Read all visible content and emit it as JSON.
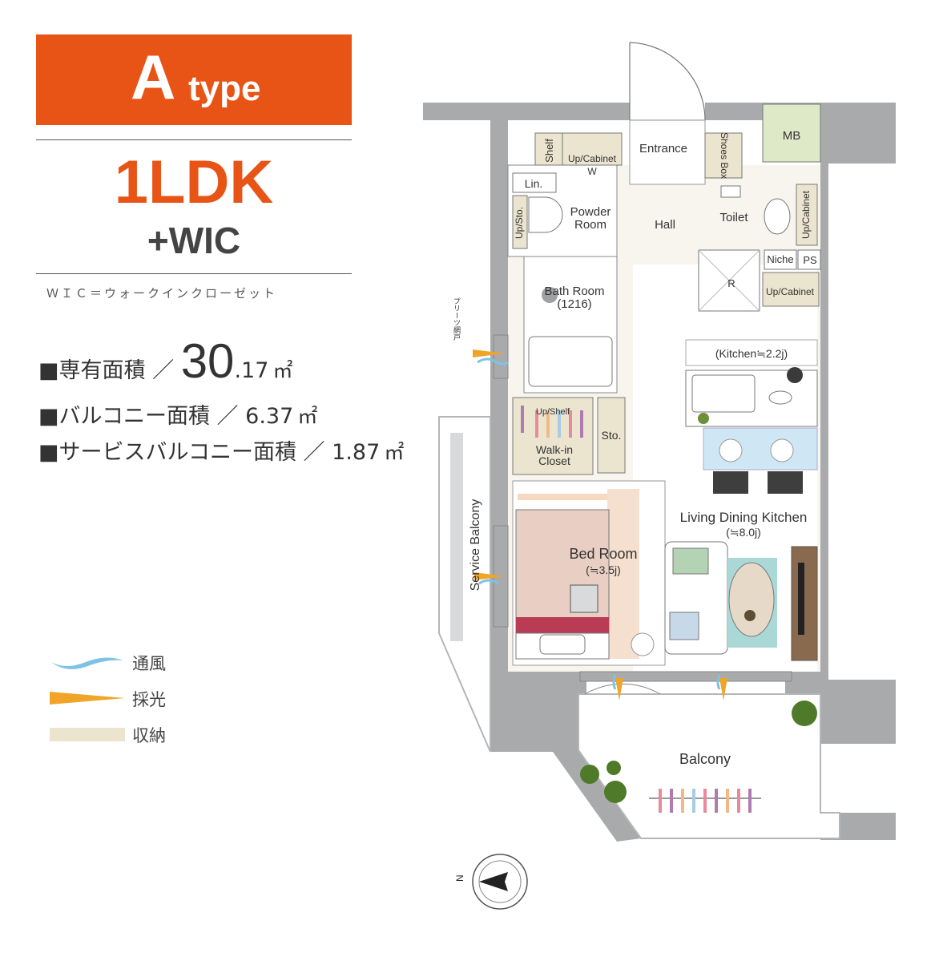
{
  "header": {
    "type_letter": "A",
    "type_word": "type",
    "layout": "1LDK",
    "layout_extra": "+WIC",
    "wic_note": "ＷＩＣ＝ウォークインクローゼット"
  },
  "areas": [
    {
      "label": "■専有面積 ／ ",
      "int": "30",
      "dec": ".17",
      "unit": "㎡"
    },
    {
      "label": "■バルコニー面積 ／ ",
      "value": "6.37",
      "unit": "㎡"
    },
    {
      "label": "■サービスバルコニー面積 ／ ",
      "value": "1.87",
      "unit": "㎡"
    }
  ],
  "legend": [
    {
      "label": "通風",
      "icon": "wave-icon",
      "color": "#7ec3e6"
    },
    {
      "label": "採光",
      "icon": "wedge-icon",
      "color": "#f0a529"
    },
    {
      "label": "収納",
      "icon": "bar-icon",
      "color": "#ebe4cf"
    }
  ],
  "rooms": {
    "mb": "MB",
    "shelf": "Shelf",
    "up_cabinet_entry": "Up/Cabinet",
    "w": "W",
    "entrance": "Entrance",
    "shoes_box": "Shoes Box",
    "lin": "Lin.",
    "up_sto": "Up/Sto.",
    "powder_1": "Powder",
    "powder_2": "Room",
    "hall": "Hall",
    "toilet": "Toilet",
    "up_cabinet_toilet": "Up/Cabinet",
    "niche": "Niche",
    "ps": "PS",
    "bath_1": "Bath Room",
    "bath_2": "(1216)",
    "r": "R",
    "up_cabinet_kitchen": "Up/Cabinet",
    "pleats": "プリーツ網戸",
    "kitchen": "(Kitchen≒2.2j)",
    "up_shelf": "Up/Shelf",
    "walkin_1": "Walk-in",
    "walkin_2": "Closet",
    "sto": "Sto.",
    "ldk_1": "Living Dining Kitchen",
    "ldk_2": "(≒8.0j)",
    "bed_1": "Bed  Room",
    "bed_2": "(≒3.5j)",
    "service_balcony": "Service Balcony",
    "balcony": "Balcony",
    "north": "N"
  },
  "colors": {
    "accent": "#e85416",
    "wall": "#a9aaac",
    "storage": "#ebe4cf",
    "mb_fill": "#dde9c7",
    "floor": "#f7f5ee"
  }
}
